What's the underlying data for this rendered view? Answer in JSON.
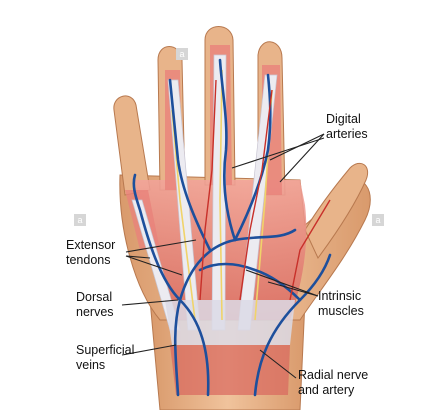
{
  "labels": {
    "digital_arteries": [
      "Digital",
      "arteries"
    ],
    "extensor_tendons": [
      "Extensor",
      "tendons"
    ],
    "dorsal_nerves": [
      "Dorsal",
      "nerves"
    ],
    "superficial_veins": [
      "Superficial",
      "veins"
    ],
    "intrinsic_muscles": [
      "Intrinsic",
      "muscles"
    ],
    "radial_nerve_artery": [
      "Radial nerve",
      "and artery"
    ]
  },
  "watermark": {
    "glyph": "a"
  },
  "colors": {
    "skin": "#e8b48a",
    "skin_shadow": "#c98c62",
    "muscle": "#e2736a",
    "tendon": "#e6e3ea",
    "vein": "#1d4f9c",
    "nerve": "#f0d36a",
    "leader": "#222222"
  }
}
